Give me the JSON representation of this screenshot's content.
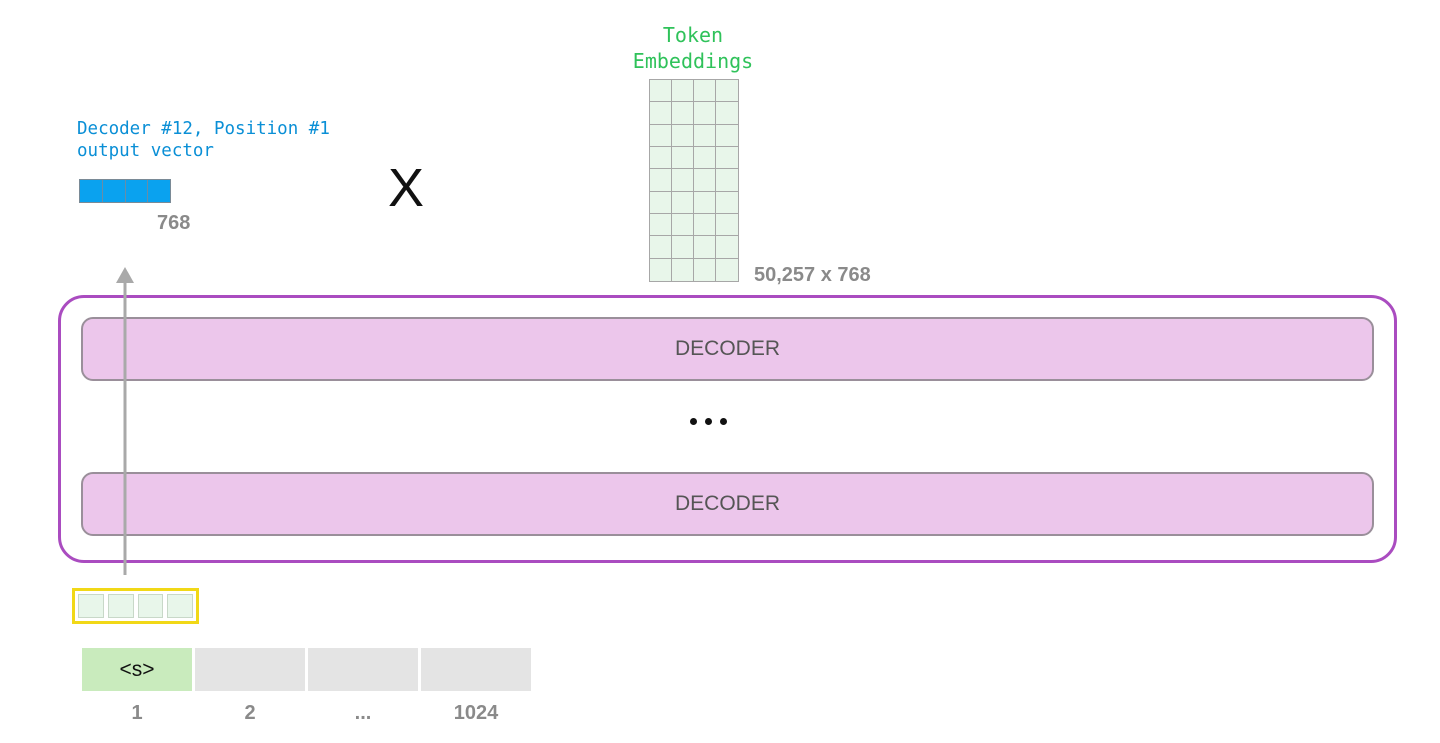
{
  "token_embeddings": {
    "title": "Token\nEmbeddings",
    "dimensions": "50,257 x 768",
    "color": "#2fc25a"
  },
  "output_vector": {
    "caption": "Decoder #12, Position #1\noutput vector",
    "dimension": "768",
    "color": "#0aa2ef"
  },
  "operator": "X",
  "decoder_stack": {
    "layers": [
      "DECODER",
      "DECODER"
    ],
    "border_color": "#aa4cc0",
    "layer_color": "#ecc6eb"
  },
  "sequence": {
    "tokens": [
      "<s>",
      "",
      "",
      ""
    ],
    "positions": [
      "1",
      "2",
      "...",
      "1024"
    ],
    "active_color": "#c9ebbd"
  },
  "input_vector": {
    "border_color": "#f1d817"
  }
}
